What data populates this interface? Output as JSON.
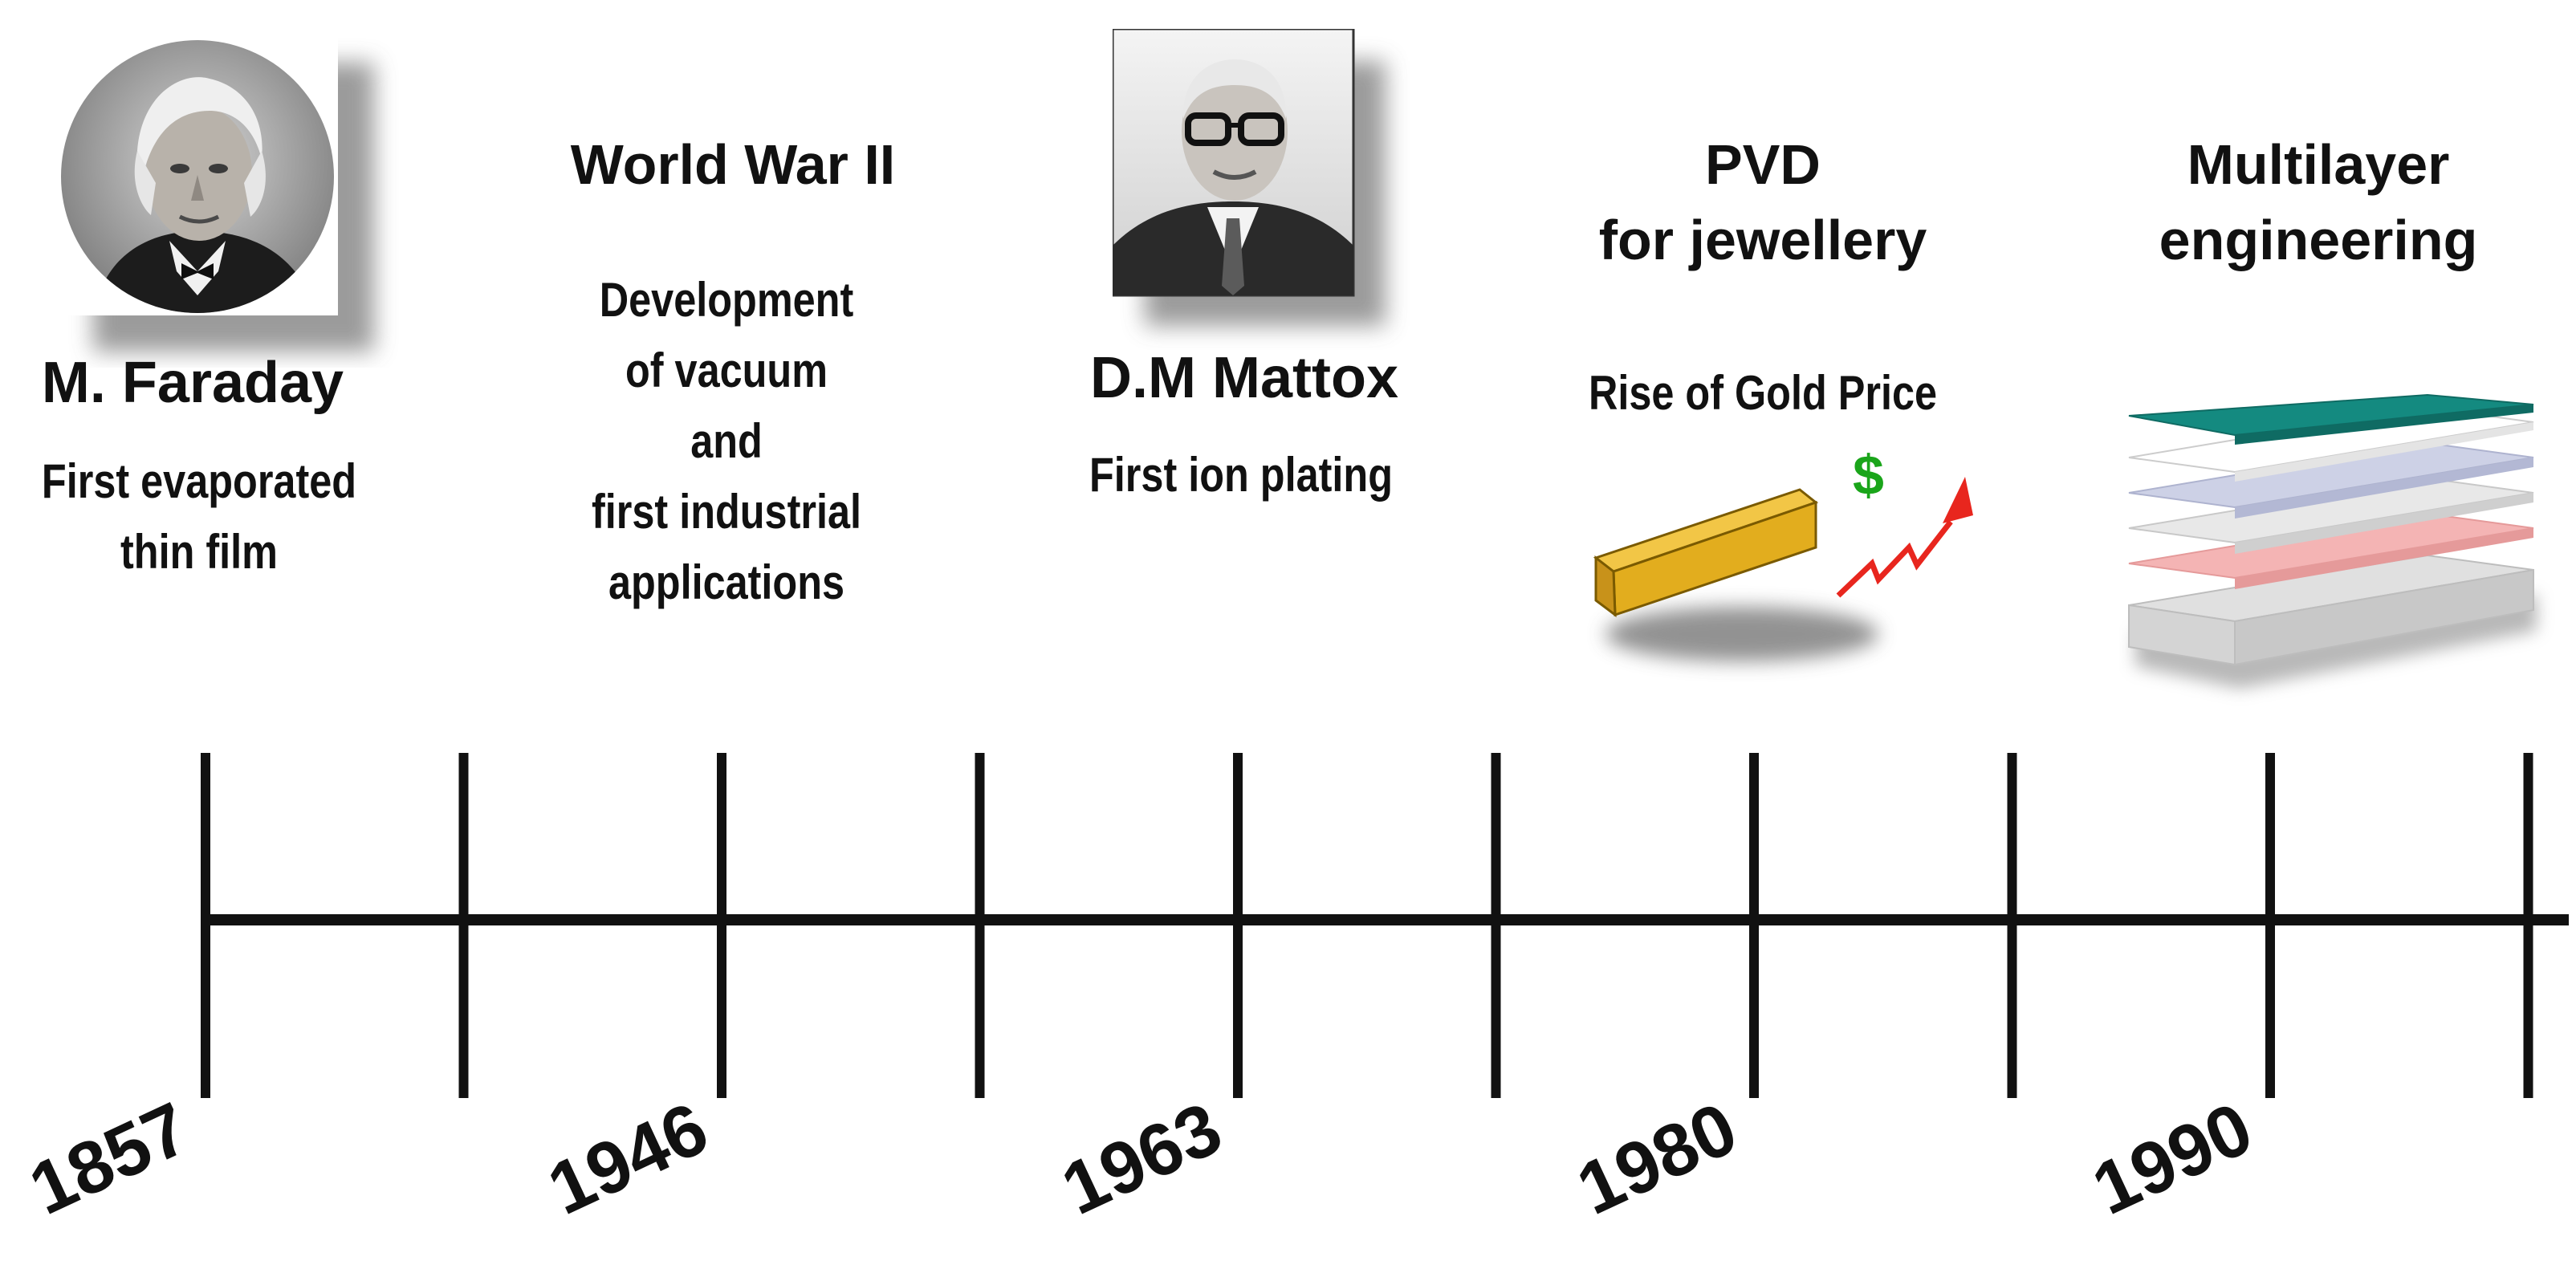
{
  "events": [
    {
      "id": "faraday",
      "name": "M. Faraday",
      "lines": [
        "First evaporated",
        "thin film"
      ]
    },
    {
      "id": "ww2",
      "title": "World War II",
      "lines": [
        "Development",
        "of vacuum",
        "and",
        "first industrial",
        "applications"
      ]
    },
    {
      "id": "mattox",
      "name": "D.M Mattox",
      "lines": [
        "First ion plating"
      ]
    },
    {
      "id": "pvd",
      "title_lines": [
        "PVD",
        "for jewellery"
      ],
      "lines": [
        "Rise of Gold Price"
      ],
      "icon_text": "$"
    },
    {
      "id": "multi",
      "title_lines": [
        "Multilayer",
        "engineering"
      ]
    }
  ],
  "years": [
    "1857",
    "1946",
    "1963",
    "1980",
    "1990"
  ],
  "colors": {
    "line": "#111111",
    "gold": "#e2ad1e",
    "dollar": "#1aa51a",
    "arrow": "#e8261e",
    "layer_top": "#148a80",
    "layer_pink": "#f4b4b4",
    "layer_lavender": "#cdd1e6"
  },
  "icons": [
    "faraday-portrait",
    "mattox-portrait",
    "gold-bar-icon",
    "price-rise-arrow-icon",
    "multilayer-stack-icon"
  ]
}
